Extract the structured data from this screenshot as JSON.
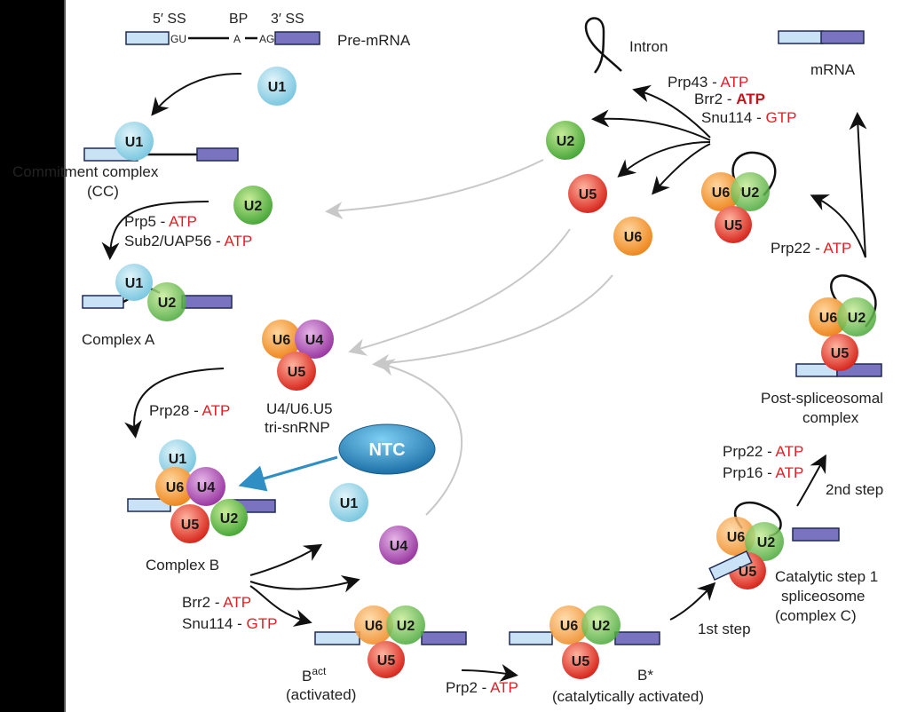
{
  "colors": {
    "U1": "#a8dcec",
    "U2": "#8ccd6b",
    "U4": "#c074c4",
    "U5": "#ea4c3f",
    "U6": "#f2a04a",
    "atp_red": "#e31e24",
    "ntc_blue": "#2f8fc4"
  },
  "premrna": {
    "ss5": "5′ SS",
    "bp": "BP",
    "ss3": "3′ SS",
    "gu": "GU",
    "a": "A",
    "ag": "AG",
    "label": "Pre-mRNA"
  },
  "snrnp": {
    "U1": "U1",
    "U2": "U2",
    "U4": "U4",
    "U5": "U5",
    "U6": "U6"
  },
  "complexes": {
    "cc_line1": "Commitment complex",
    "cc_line2": "(CC)",
    "a": "Complex A",
    "tri_line1": "U4/U6.U5",
    "tri_line2": "tri-snRNP",
    "b": "Complex B",
    "bact_main": "B",
    "bact_sup": "act",
    "bact_sub": "(activated)",
    "bstar_main": "B*",
    "bstar_sub": "(catalytically activated)",
    "c_line1": "Catalytic step 1",
    "c_line2": "spliceosome",
    "c_line3": "(complex C)",
    "post_line1": "Post-spliceosomal",
    "post_line2": "complex",
    "intron": "Intron",
    "mrna": "mRNA"
  },
  "factors": {
    "prp5": "Prp5 - ",
    "sub2": "Sub2/UAP56 - ",
    "prp28": "Prp28 - ",
    "brr2": "Brr2 - ",
    "snu114": "Snu114 - ",
    "prp2": "Prp2 - ",
    "prp22": "Prp22 - ",
    "prp16": "Prp16 - ",
    "prp43": "Prp43 - ",
    "atp": "ATP",
    "gtp": "GTP"
  },
  "steps": {
    "first": "1st step",
    "second": "2nd step"
  },
  "ntc": "NTC"
}
